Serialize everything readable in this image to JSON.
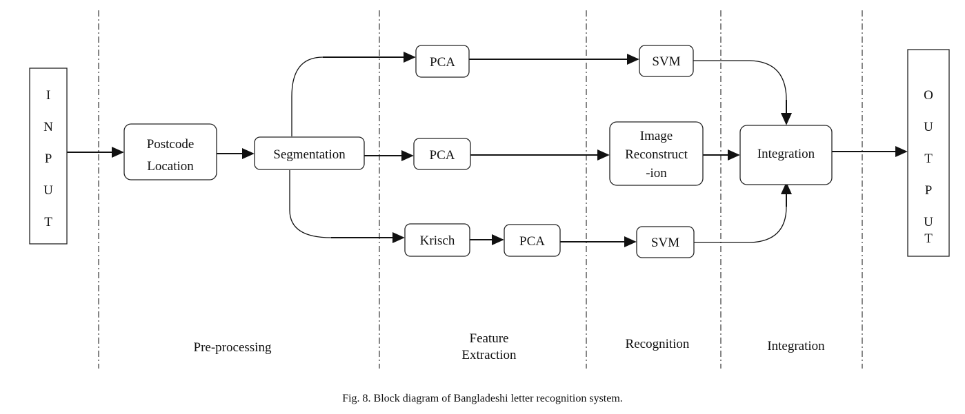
{
  "nodes": {
    "input": {
      "letters": [
        "I",
        "N",
        "P",
        "U",
        "T"
      ]
    },
    "output": {
      "letters": [
        "O",
        "U",
        "T",
        "P",
        "U",
        "T"
      ]
    },
    "postcode": {
      "line1": "Postcode",
      "line2": "Location"
    },
    "segmentation": {
      "label": "Segmentation"
    },
    "pca_top": {
      "label": "PCA"
    },
    "pca_mid": {
      "label": "PCA"
    },
    "krisch": {
      "label": "Krisch"
    },
    "pca_bot": {
      "label": "PCA"
    },
    "svm_top": {
      "label": "SVM"
    },
    "svm_bot": {
      "label": "SVM"
    },
    "image_recon": {
      "line1": "Image",
      "line2": "Reconstruct",
      "line3": "-ion"
    },
    "integration": {
      "label": "Integration"
    }
  },
  "stages": {
    "preprocessing": "Pre-processing",
    "feature_line1": "Feature",
    "feature_line2": "Extraction",
    "recognition": "Recognition",
    "integration": "Integration"
  },
  "caption": "Fig. 8. Block diagram of Bangladeshi letter recognition system."
}
